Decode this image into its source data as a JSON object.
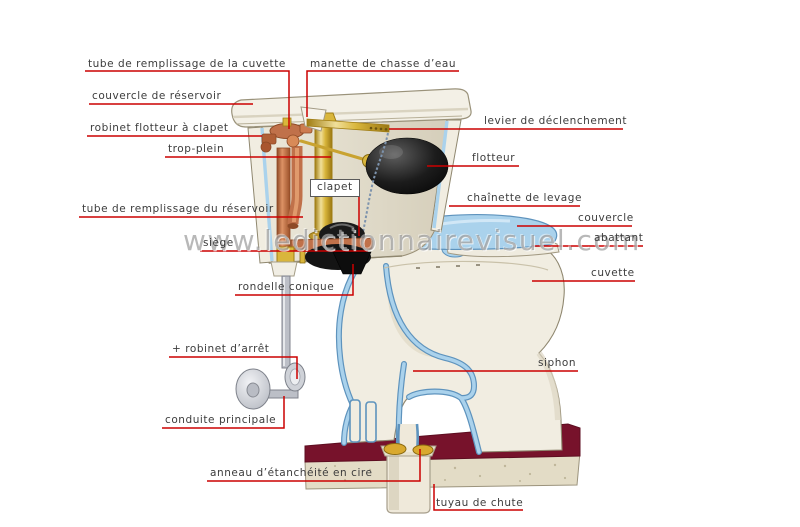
{
  "watermark": "www.ledictionnairevisuel.com",
  "colors": {
    "leader_line": "#cc0000",
    "label_text": "#3c3c3c",
    "watermark_gray": "#7d7d7d",
    "porcelain_cream": "#f1ede1",
    "liner_blue": "#aad2ec",
    "floor_maroon": "#77122b",
    "brass": "#d9b63c",
    "copper": "#c0714a",
    "float_black": "#141414"
  },
  "labels": [
    {
      "id": "tube-remplissage-cuvette",
      "text": "tube de remplissage de la cuvette"
    },
    {
      "id": "manette-chasse-eau",
      "text": "manette de chasse d’eau"
    },
    {
      "id": "couvercle-reservoir",
      "text": "couvercle de réservoir"
    },
    {
      "id": "robinet-flotteur-clapet",
      "text": "robinet flotteur à clapet"
    },
    {
      "id": "trop-plein",
      "text": "trop-plein"
    },
    {
      "id": "levier-declenchement",
      "text": "levier de déclenchement"
    },
    {
      "id": "flotteur",
      "text": "flotteur"
    },
    {
      "id": "chainette-levage",
      "text": "chaînette de levage"
    },
    {
      "id": "couvercle",
      "text": "couvercle"
    },
    {
      "id": "abattant",
      "text": "abattant"
    },
    {
      "id": "cuvette",
      "text": "cuvette"
    },
    {
      "id": "siege",
      "text": "siège"
    },
    {
      "id": "clapet",
      "text": "clapet"
    },
    {
      "id": "tube-remplissage-reservoir",
      "text": "tube de remplissage du réservoir"
    },
    {
      "id": "rondelle-conique",
      "text": "rondelle conique"
    },
    {
      "id": "robinet-arret",
      "text": "+ robinet d’arrêt"
    },
    {
      "id": "conduite-principale",
      "text": "conduite principale"
    },
    {
      "id": "siphon",
      "text": "siphon"
    },
    {
      "id": "anneau-etancheite-cire",
      "text": "anneau d’étanchéité en cire"
    },
    {
      "id": "tuyau-chute",
      "text": "tuyau de chute"
    }
  ]
}
